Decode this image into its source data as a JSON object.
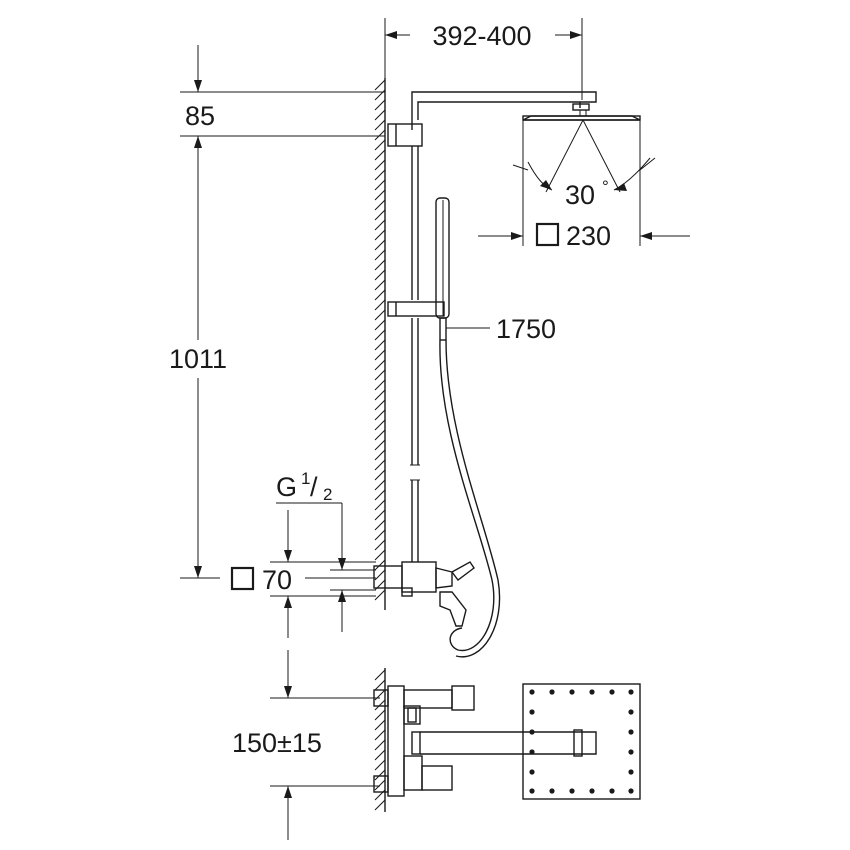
{
  "dimensions": {
    "head_projection": "392-400",
    "top_offset": "85",
    "rail_height": "1011",
    "spray_angle": "30",
    "spray_angle_unit": "°",
    "head_size": "230",
    "hose_length": "1750",
    "thread_prefix": "G",
    "thread_num": "1",
    "thread_den": "2",
    "mixer_size": "70",
    "connection_spacing": "150±15"
  },
  "colors": {
    "line": "#1a1a1a",
    "background": "#ffffff"
  },
  "icons": {
    "square_symbol": "square-outline-icon"
  }
}
